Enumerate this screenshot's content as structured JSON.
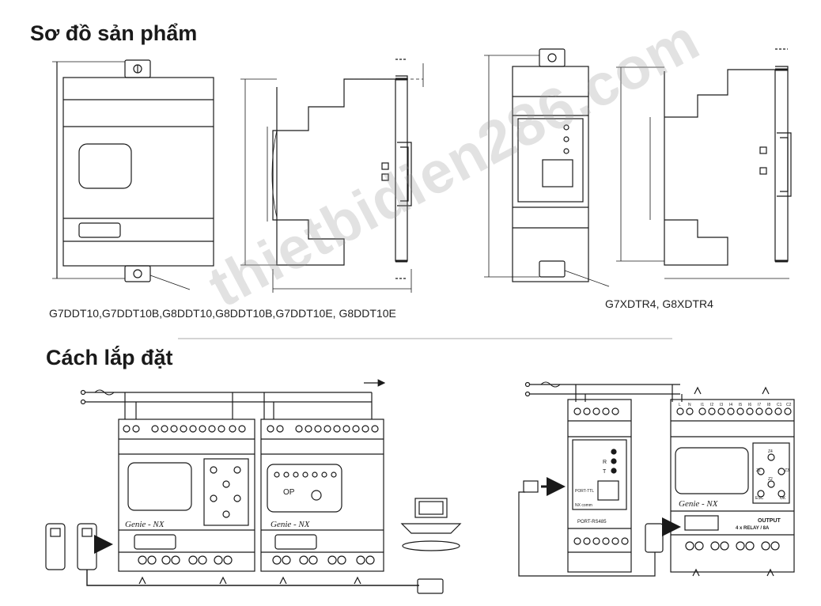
{
  "headings": {
    "product_diagram": "Sơ đồ sản phẩm",
    "installation": "Cách lắp đặt"
  },
  "captions": {
    "left_models": "G7DDT10,G7DDT10B,G8DDT10,G8DDT10B,G7DDT10E, G8DDT10E",
    "right_models": "G7XDTR4, G8XDTR4"
  },
  "watermark": "thietbidien286.com",
  "device_labels": {
    "brand_left": "Genie - NX",
    "brand_middle": "Genie - NX",
    "brand_right": "Genie - NX",
    "op_label": "OP",
    "led_r": "R",
    "led_t": "T",
    "port_ttl": "PORT-TTL",
    "port_rs485": "PORT-RS485",
    "comm_label": "NX comm",
    "output_title": "OUTPUT",
    "output_sub": "4 x RELAY / 8A",
    "terminals_right": [
      "L",
      "N",
      "I1",
      "I2",
      "I3",
      "I4",
      "I5",
      "I6",
      "I7",
      "I8",
      "C1",
      "C2"
    ],
    "keypad": [
      "Z4",
      "Z1",
      "Z3",
      "Z2",
      "ESC",
      "OK"
    ]
  },
  "colors": {
    "line": "#1a1a1a",
    "watermark": "#9a9a9a"
  }
}
